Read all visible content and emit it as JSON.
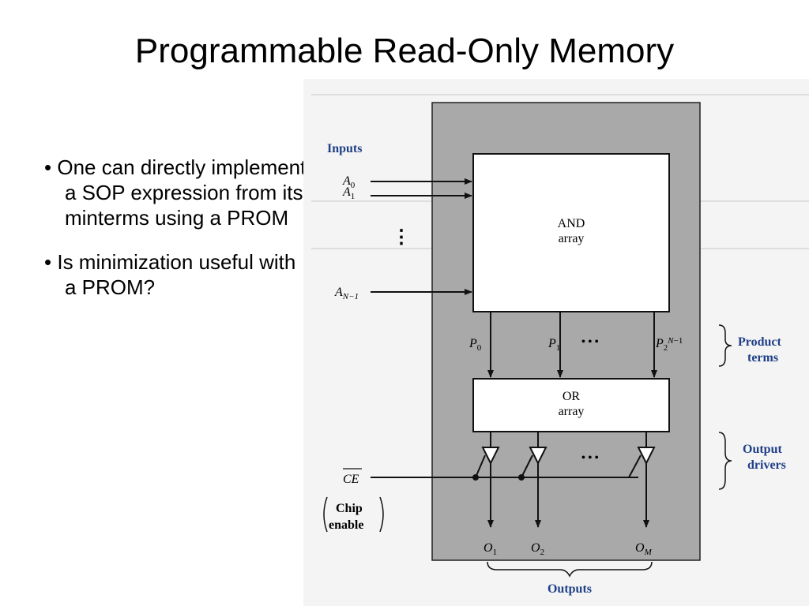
{
  "slide": {
    "title": "Programmable Read-Only Memory",
    "bullets": [
      "One can directly implement a SOP expression from its minterms using a PROM",
      "Is minimization useful with a PROM?"
    ]
  },
  "figure": {
    "inputs_label": "Inputs",
    "input_lines": [
      {
        "var": "A",
        "sub": "0"
      },
      {
        "var": "A",
        "sub": "1"
      },
      {
        "var": "A",
        "sub": "N−1"
      }
    ],
    "vertical_dots": "⋮",
    "and_array": {
      "line1": "AND",
      "line2": "array"
    },
    "or_array": {
      "line1": "OR",
      "line2": "array"
    },
    "product_terms": [
      {
        "var": "P",
        "sub": "0"
      },
      {
        "var": "P",
        "sub": "1"
      },
      {
        "var": "P",
        "sub": "2",
        "sup": "N",
        "tail": "−1"
      }
    ],
    "h_dots": "• • •",
    "product_terms_label": {
      "line1": "Product",
      "line2": "terms"
    },
    "output_drivers_label": {
      "line1": "Output",
      "line2": "drivers"
    },
    "ce_label": "CE",
    "chip_enable_label": {
      "line1": "Chip",
      "line2": "enable"
    },
    "outputs": [
      {
        "var": "O",
        "sub": "1"
      },
      {
        "var": "O",
        "sub": "2"
      },
      {
        "var": "O",
        "sub": "M"
      }
    ],
    "outputs_label": "Outputs",
    "colors": {
      "gray_box": "#aaaaaa",
      "label_blue": "#1f3f88",
      "line": "#111111",
      "faded_text": "#d7d7d7"
    }
  }
}
